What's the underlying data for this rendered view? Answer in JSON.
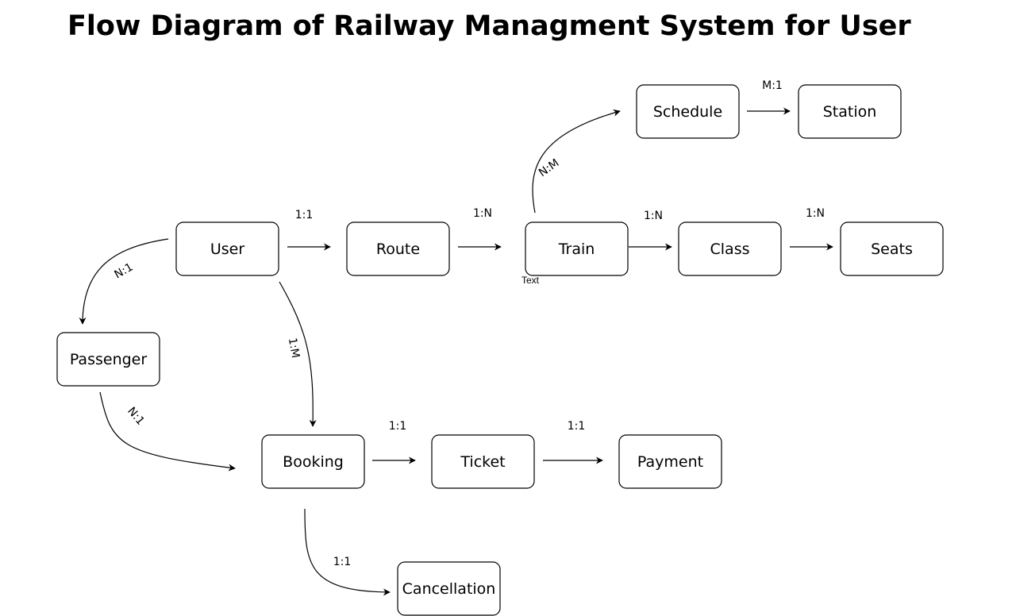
{
  "title": "Flow Diagram of Railway Managment System for User",
  "colors": {
    "stroke": "#000000",
    "background": "#ffffff"
  },
  "nodes": {
    "user": "User",
    "route": "Route",
    "train": "Train",
    "class": "Class",
    "seats": "Seats",
    "schedule": "Schedule",
    "station": "Station",
    "passenger": "Passenger",
    "booking": "Booking",
    "ticket": "Ticket",
    "payment": "Payment",
    "cancellation": "Cancellation"
  },
  "edges": {
    "user_route": "1:1",
    "route_train": "1:N",
    "train_class": "1:N",
    "class_seats": "1:N",
    "train_schedule": "N:M",
    "schedule_station": "M:1",
    "user_passenger": "N:1",
    "user_booking": "1:M",
    "passenger_booking": "N:1",
    "booking_ticket": "1:1",
    "ticket_payment": "1:1",
    "booking_cancellation": "1:1"
  },
  "annotation": "Text"
}
